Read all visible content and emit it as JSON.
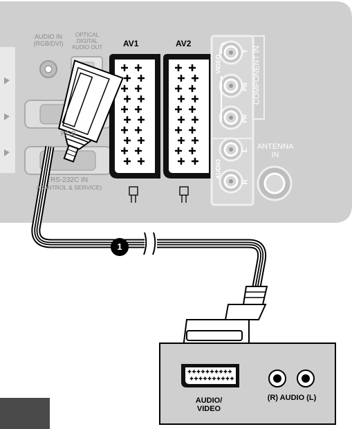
{
  "tv_panel": {
    "audio_in_label": [
      "AUDIO IN",
      "(RGB/DVI)"
    ],
    "optical_label": [
      "OPTICAL",
      "DIGITAL",
      "AUDIO OUT"
    ],
    "av1_label": "AV1",
    "av2_label": "AV2",
    "component": {
      "title": "COMPONENT  IN",
      "video_label": "VIDEO",
      "audio_label": "AUDIO",
      "jacks": [
        "Y",
        "PB",
        "PR",
        "L",
        "R"
      ]
    },
    "antenna_label": [
      "ANTENNA",
      "IN"
    ],
    "rgb_label": "RGB",
    "rs232c_label": [
      "RS-232C IN",
      "(CONTROL & SERVICE)"
    ]
  },
  "callout_number": "1",
  "device": {
    "audio_video_label": [
      "AUDIO/",
      "VIDEO"
    ],
    "audio_lr_label": "(R) AUDIO (L)"
  },
  "colors": {
    "panel": "#cfcfcf",
    "outline": "#000000",
    "port_face": "#ffffff",
    "device_panel": "#cfcfcf",
    "tab": "#4a4a4a"
  }
}
